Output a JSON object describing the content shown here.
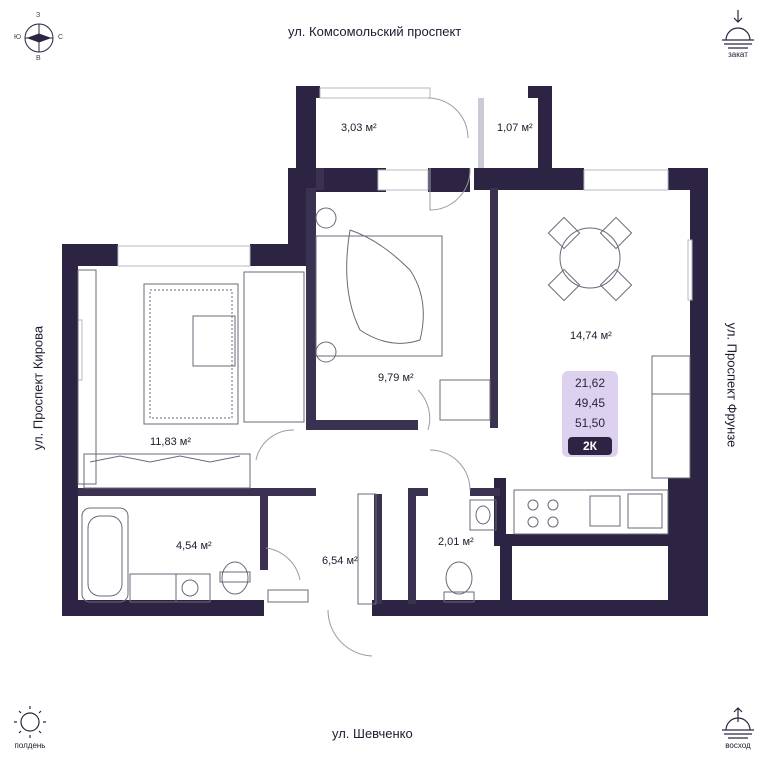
{
  "streets": {
    "top": "ул. Комсомольский проспект",
    "bottom": "ул. Шевченко",
    "left": "ул. Проспект Кирова",
    "right": "ул. Проспект Фрунзе"
  },
  "compass": {
    "n": "З",
    "s": "В",
    "w": "Ю",
    "e": "С"
  },
  "sun": {
    "sunset": "закат",
    "noon": "полдень",
    "sunrise": "восход"
  },
  "rooms": {
    "balcony_left": "3,03 м²",
    "balcony_right": "1,07 м²",
    "kitchen": "14,74 м²",
    "bedroom": "9,79 м²",
    "living": "11,83 м²",
    "bath": "4,54 м²",
    "hall": "6,54 м²",
    "wc": "2,01 м²"
  },
  "badge": {
    "living_area": "21,62",
    "total_area": "49,45",
    "total_with_balcony": "51,50",
    "type": "2К"
  },
  "colors": {
    "wall": "#2c2442",
    "badge_bg": "#dcd2ef",
    "window": "#c9ccd6"
  }
}
